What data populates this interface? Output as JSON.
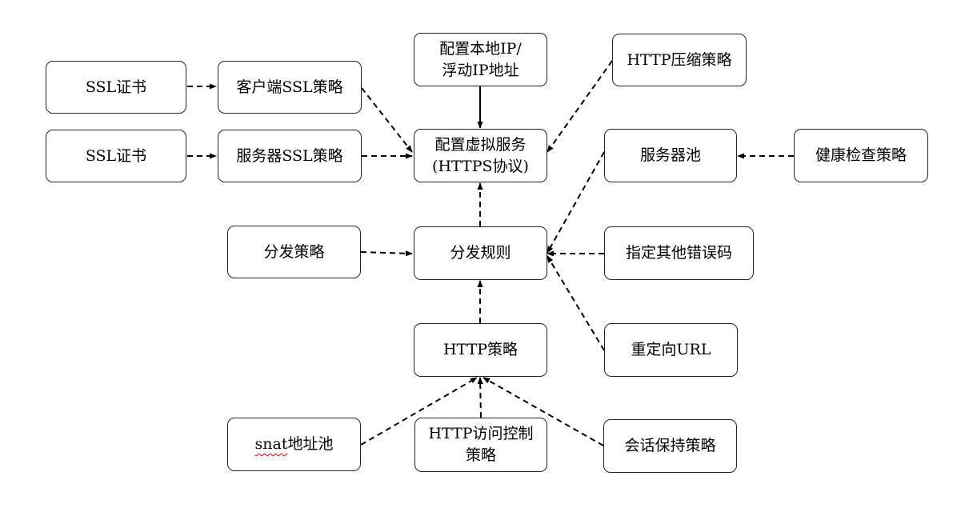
{
  "nodes": {
    "ssl_cert_1": "SSL证书",
    "client_ssl": "客户端SSL策略",
    "ssl_cert_2": "SSL证书",
    "server_ssl": "服务器SSL策略",
    "local_ip": [
      "配置本地IP/",
      "浮动IP地址"
    ],
    "http_compress": "HTTP压缩策略",
    "virtual_service": [
      "配置虚拟服务",
      "(HTTPS协议)"
    ],
    "server_pool": "服务器池",
    "health_check": "健康检查策略",
    "dispatch_policy": "分发策略",
    "dispatch_rule": "分发规则",
    "error_code": "指定其他错误码",
    "http_policy": "HTTP策略",
    "redirect_url": "重定向URL",
    "snat": {
      "prefix": "snat",
      "suffix": "地址池"
    },
    "http_acl": [
      "HTTP访问控制",
      "策略"
    ],
    "session_persist": "会话保持策略"
  }
}
